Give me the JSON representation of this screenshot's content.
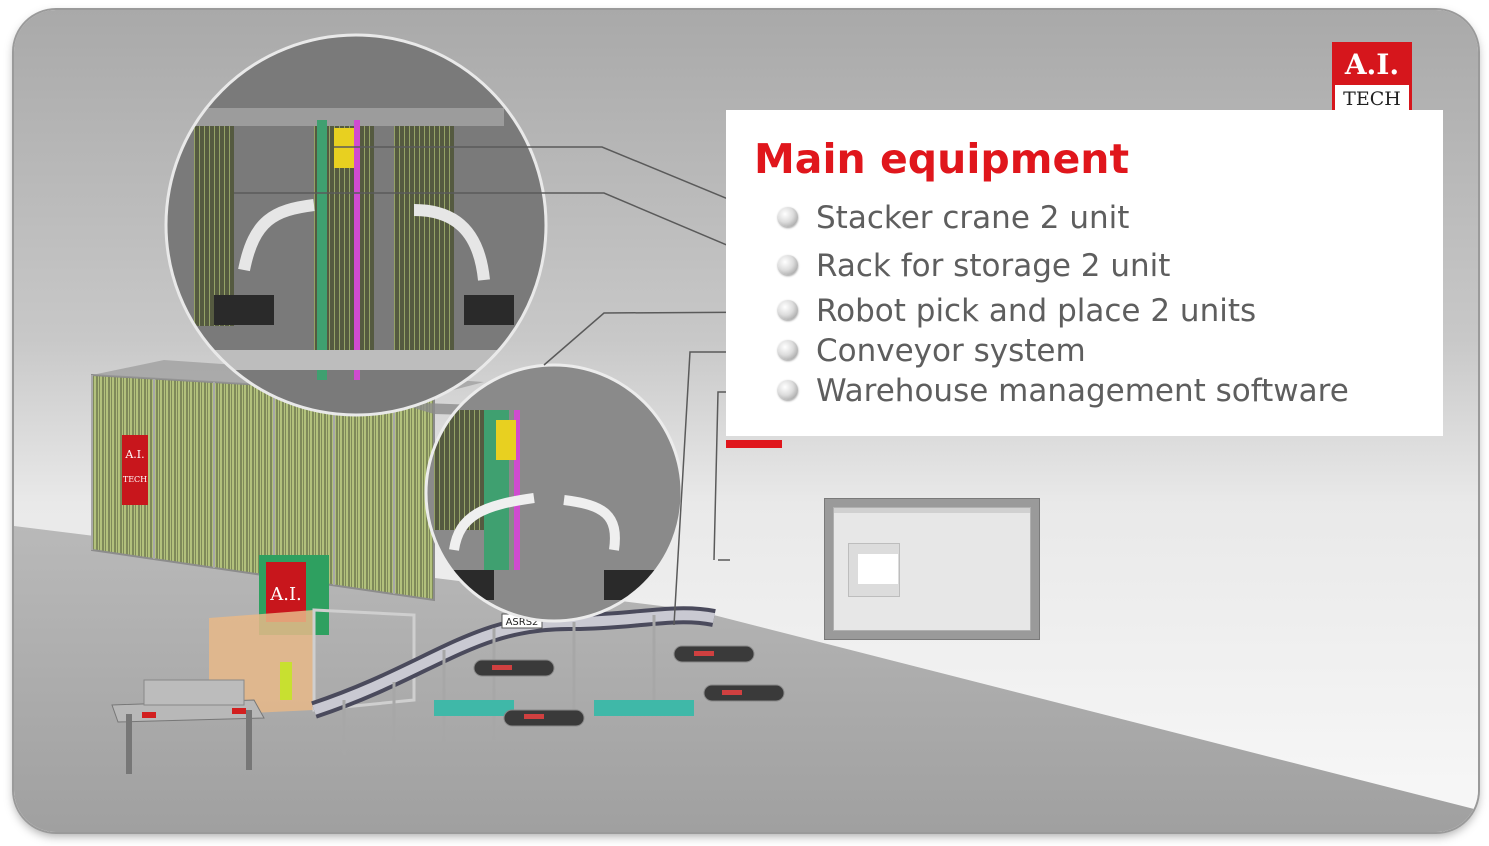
{
  "logo": {
    "line1": "A.I.",
    "line2": "TECH"
  },
  "panel": {
    "title": "Main equipment",
    "items": [
      "Stacker crane 2 unit",
      "Rack for storage 2 unit",
      "Robot  pick and place 2 units",
      "Conveyor system",
      "Warehouse management software"
    ]
  },
  "scene": {
    "station_label": "ASRS2",
    "rack_logo_line1": "A.I.",
    "rack_logo_line2": "TECH",
    "cabinet_logo": "A.I."
  },
  "colors": {
    "accent": "#e0161c",
    "rack_mesh": "#c9d98a",
    "crane_green": "#3fa070",
    "crane_magenta": "#d04bd0",
    "crane_yellow": "#e8d020"
  }
}
